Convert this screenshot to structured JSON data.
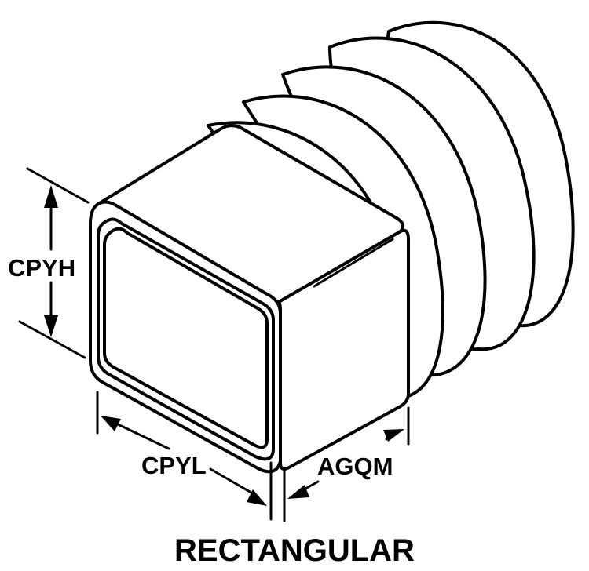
{
  "labels": {
    "height": "CPYH",
    "length": "CPYL",
    "depth": "AGQM"
  },
  "title": "RECTANGULAR",
  "colors": {
    "ink": "#000000",
    "paper": "#ffffff"
  }
}
